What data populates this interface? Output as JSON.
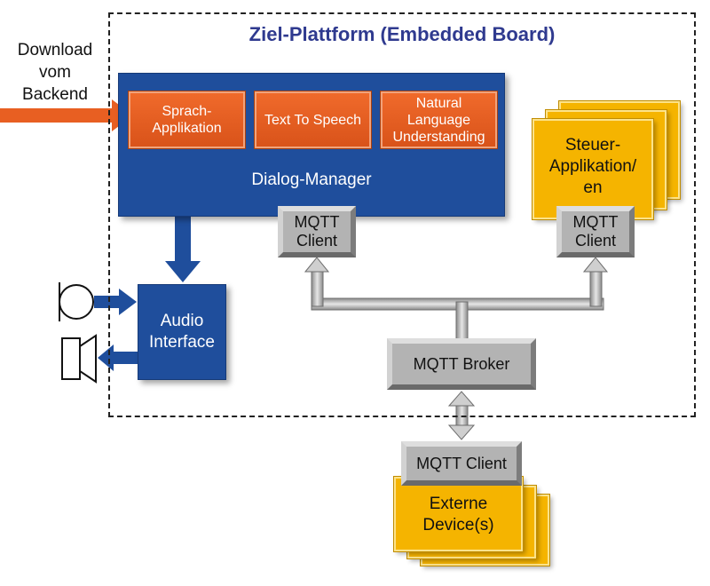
{
  "diagram": {
    "title": "Ziel-Plattform (Embedded Board)",
    "download_label": "Download\nvom\nBackend",
    "dialog_manager": {
      "label": "Dialog-Manager",
      "modules": [
        "Sprach-\nApplikation",
        "Text To Speech",
        "Natural\nLanguage\nUnderstanding"
      ],
      "mqtt_client": "MQTT\nClient"
    },
    "steuer_applikation": {
      "label": "Steuer-\nApplikation/\nen",
      "mqtt_client": "MQTT\nClient"
    },
    "mqtt_broker": "MQTT Broker",
    "externe_devices": {
      "mqtt_client": "MQTT Client",
      "label": "Externe\nDevice(s)"
    },
    "audio_interface": "Audio\nInterface",
    "icons": [
      "microphone-icon",
      "speaker-icon"
    ],
    "colors": {
      "blue": "#1f4e9c",
      "orange": "#e85f22",
      "yellow": "#f5b400",
      "gray": "#b3b3b3",
      "title": "#2f3a8f"
    }
  }
}
